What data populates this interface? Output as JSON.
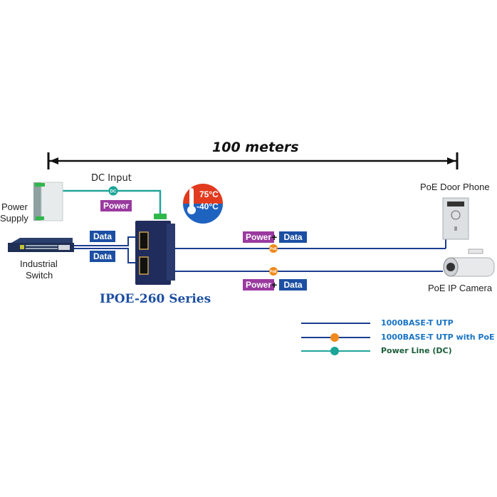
{
  "distance": {
    "label": "100 meters"
  },
  "devices": {
    "power_supply": "Power\nSupply",
    "power_supply_line1": "Power",
    "power_supply_line2": "Supply",
    "industrial_switch_line1": "Industrial",
    "industrial_switch_line2": "Switch",
    "door_phone": "PoE Door Phone",
    "ip_camera": "PoE IP Camera",
    "product": "IPOE-260 Series"
  },
  "dc_input": {
    "label": "DC Input",
    "badge": "DC",
    "tag": "Power"
  },
  "temperature": {
    "high": "75°C",
    "low": "-40°C"
  },
  "tags": {
    "data_top": "Data",
    "data_bottom": "Data",
    "power_top": "Power",
    "data_out_top": "Data",
    "power_bottom": "Power",
    "data_out_bottom": "Data",
    "plus": "+",
    "poe_badge": "PoE"
  },
  "legend": [
    {
      "label": "1000BASE-T UTP",
      "type": "utp",
      "color": "#1a74c4"
    },
    {
      "label": "1000BASE-T UTP with PoE",
      "type": "poe",
      "color": "#1a74c4"
    },
    {
      "label": "Power Line (DC)",
      "type": "dc",
      "color": "#1a5e3a"
    }
  ],
  "colors": {
    "utp_line": "#1c3d8f",
    "dc_line": "#21a59a",
    "poe_badge": "#f08a1c",
    "dc_badge": "#1aa597",
    "data_tag": "#1c4fa3",
    "power_tag": "#9a3a9f",
    "product_title": "#1c4fa3"
  }
}
